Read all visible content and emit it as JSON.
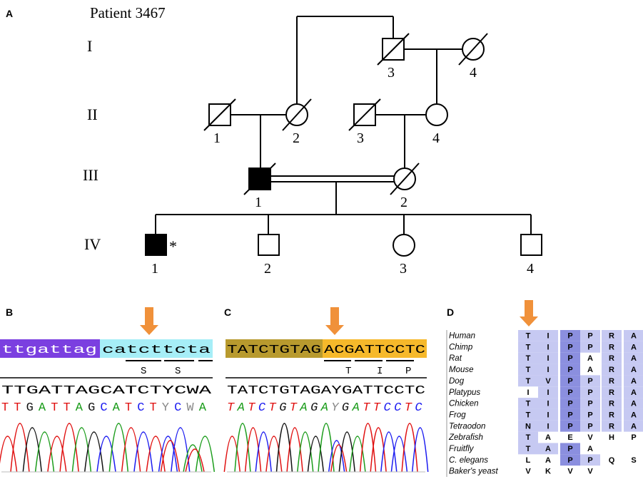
{
  "panel_a": {
    "label": "A",
    "title": "Patient 3467",
    "generations": [
      "I",
      "II",
      "III",
      "IV"
    ],
    "individual_numbers": {
      "I": [
        "3",
        "4"
      ],
      "II": [
        "1",
        "2",
        "3",
        "4"
      ],
      "III": [
        "1",
        "2"
      ],
      "IV": [
        "1",
        "2",
        "3",
        "4"
      ]
    },
    "proband_marker": "*"
  },
  "panel_b": {
    "label": "B",
    "highlight_left": "ttgattag",
    "highlight_right": "catcttcta",
    "amino_acids": [
      "S",
      "S"
    ],
    "called_seq": "TTGATTAGCATCTYCWA",
    "colored_seq": "TTGATTAGCATCTYCWA"
  },
  "panel_c": {
    "label": "C",
    "highlight_left": "TATCTGTAG",
    "highlight_right": "ACGATTCCTC",
    "amino_acids": [
      "T",
      "I",
      "P"
    ],
    "called_seq": "TATCTGTAGAYGATTCCTC",
    "colored_seq": "TATCTGTAGAYGATTCCTC"
  },
  "panel_d": {
    "label": "D",
    "species": [
      "Human",
      "Chimp",
      "Rat",
      "Mouse",
      "Dog",
      "Platypus",
      "Chicken",
      "Frog",
      "Tetraodon",
      "Zebrafish",
      "Fruitfly",
      "C. elegans",
      "Baker's yeast"
    ],
    "alignment": [
      [
        "T",
        "I",
        "P",
        "P",
        "R",
        "A"
      ],
      [
        "T",
        "I",
        "P",
        "P",
        "R",
        "A"
      ],
      [
        "T",
        "I",
        "P",
        "A",
        "R",
        "A"
      ],
      [
        "T",
        "I",
        "P",
        "A",
        "R",
        "A"
      ],
      [
        "T",
        "V",
        "P",
        "P",
        "R",
        "A"
      ],
      [
        "I",
        "I",
        "P",
        "P",
        "R",
        "A"
      ],
      [
        "T",
        "I",
        "P",
        "P",
        "R",
        "A"
      ],
      [
        "T",
        "I",
        "P",
        "P",
        "R",
        "A"
      ],
      [
        "N",
        "I",
        "P",
        "P",
        "R",
        "A"
      ],
      [
        "T",
        "A",
        "E",
        "V",
        "H",
        "P"
      ],
      [
        "T",
        "A",
        "P",
        "A",
        "",
        ""
      ],
      [
        "L",
        "A",
        "P",
        "P",
        "Q",
        "S"
      ],
      [
        "V",
        "K",
        "V",
        "V",
        "",
        ""
      ]
    ]
  },
  "colors": {
    "arrow": "#f0913a",
    "b_left_bg": "#7b3fe0",
    "b_right_bg": "#a6eef7",
    "c_left_bg": "#b89a2e",
    "c_right_bg": "#f6b92b",
    "align_light": "#c6c9f2",
    "align_dark": "#8b8fdf",
    "base_A": "#1a9c1a",
    "base_C": "#1a1af0",
    "base_G": "#111111",
    "base_T": "#e01010",
    "base_N": "#888888"
  }
}
